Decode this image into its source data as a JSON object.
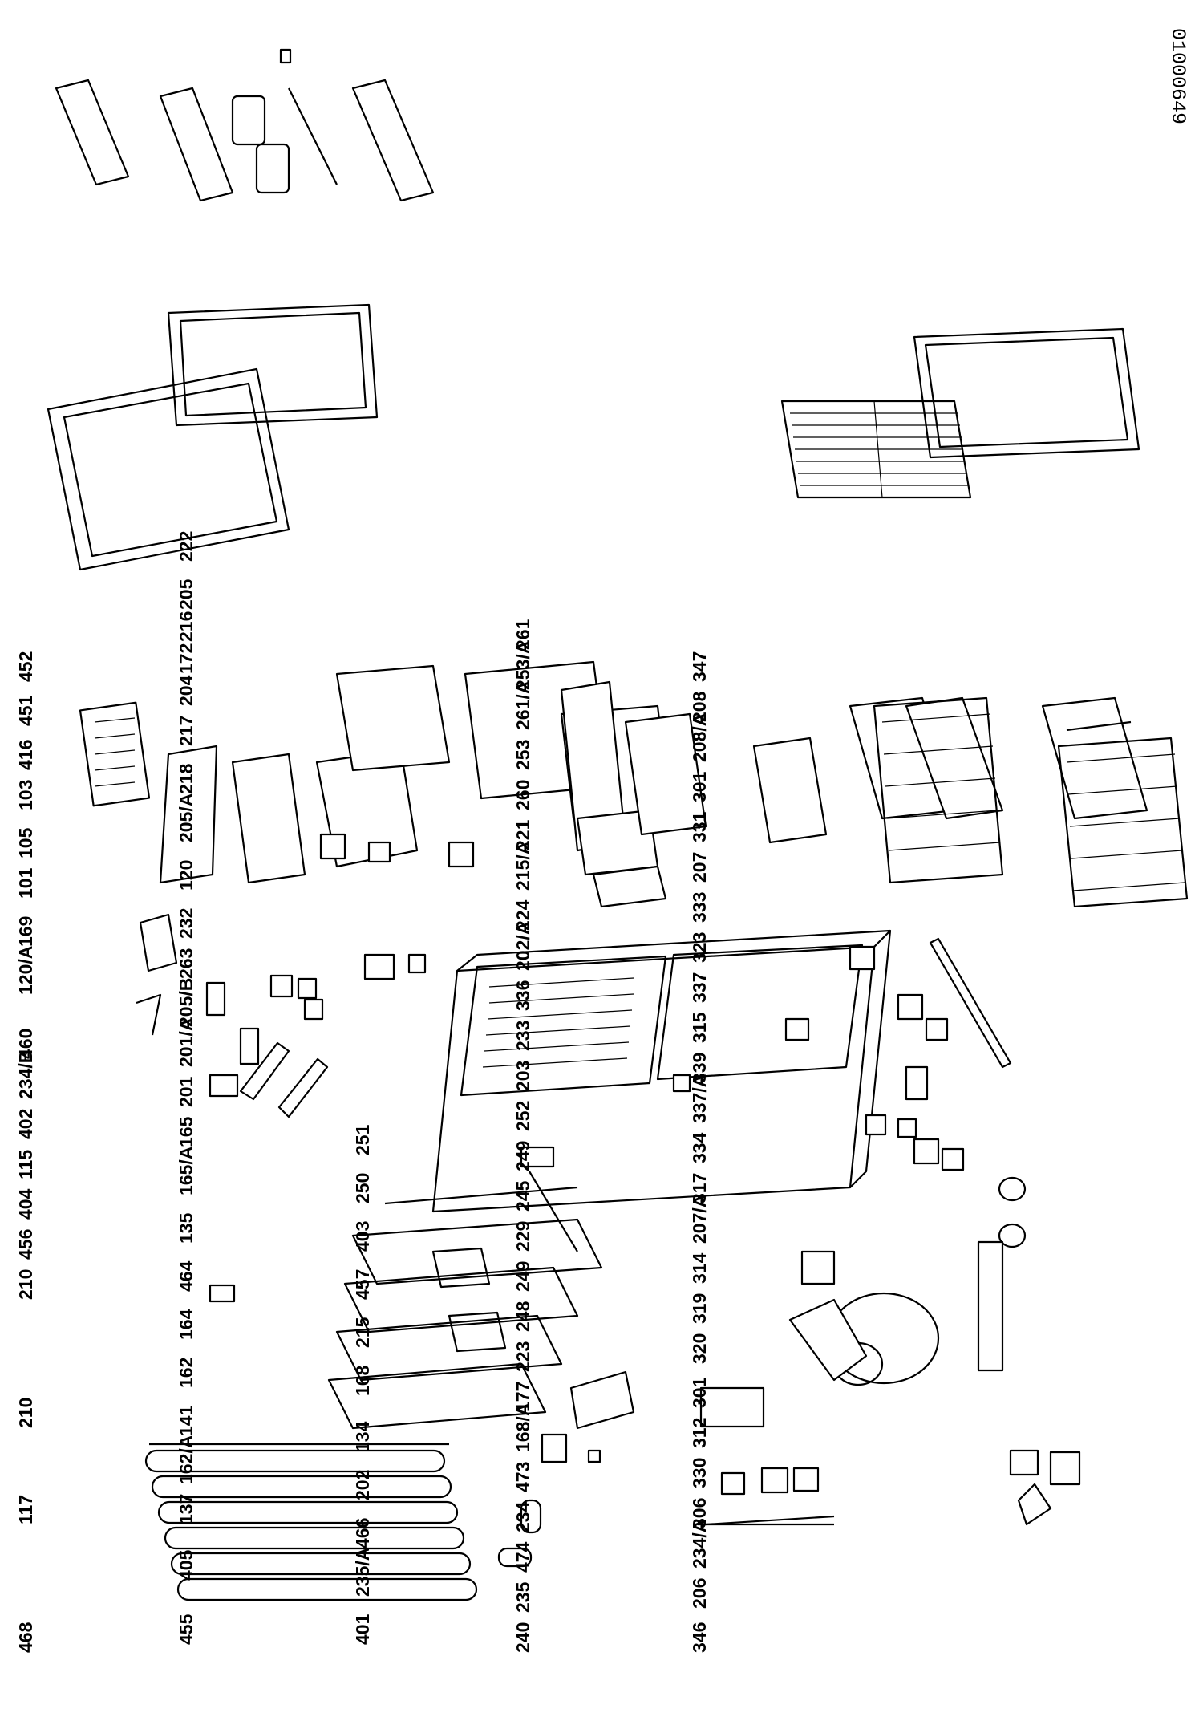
{
  "diagram": {
    "drawing_code": "01000649",
    "part_labels": {
      "col1": [
        "468",
        "117",
        "210",
        "210",
        "456",
        "404",
        "115",
        "402",
        "234/B",
        "460",
        "120/A",
        "169",
        "101",
        "105",
        "103",
        "416",
        "451",
        "452"
      ],
      "col2": [
        "455",
        "405",
        "137",
        "162/A",
        "141",
        "162",
        "164",
        "464",
        "135",
        "165/A",
        "165",
        "201",
        "201/A",
        "205/B",
        "263",
        "232",
        "120",
        "205/A",
        "218",
        "217",
        "204",
        "172",
        "216",
        "205",
        "222"
      ],
      "col3": [
        "401",
        "235/A",
        "466",
        "202",
        "134",
        "168",
        "215",
        "457",
        "403",
        "250",
        "251"
      ],
      "col4": [
        "240",
        "235",
        "474",
        "234",
        "473",
        "168/A",
        "177",
        "223",
        "248",
        "249",
        "229",
        "245",
        "249",
        "252",
        "203",
        "233",
        "336",
        "202/A",
        "224",
        "215/A",
        "221",
        "260",
        "253",
        "261/A",
        "253/A",
        "261"
      ],
      "col5": [
        "346",
        "206",
        "234/A",
        "306",
        "330",
        "312",
        "301",
        "320",
        "319",
        "314",
        "207/A",
        "317",
        "334",
        "337/A",
        "339",
        "315",
        "337",
        "323",
        "333",
        "207",
        "331",
        "301",
        "208/A",
        "208",
        "347"
      ]
    }
  }
}
